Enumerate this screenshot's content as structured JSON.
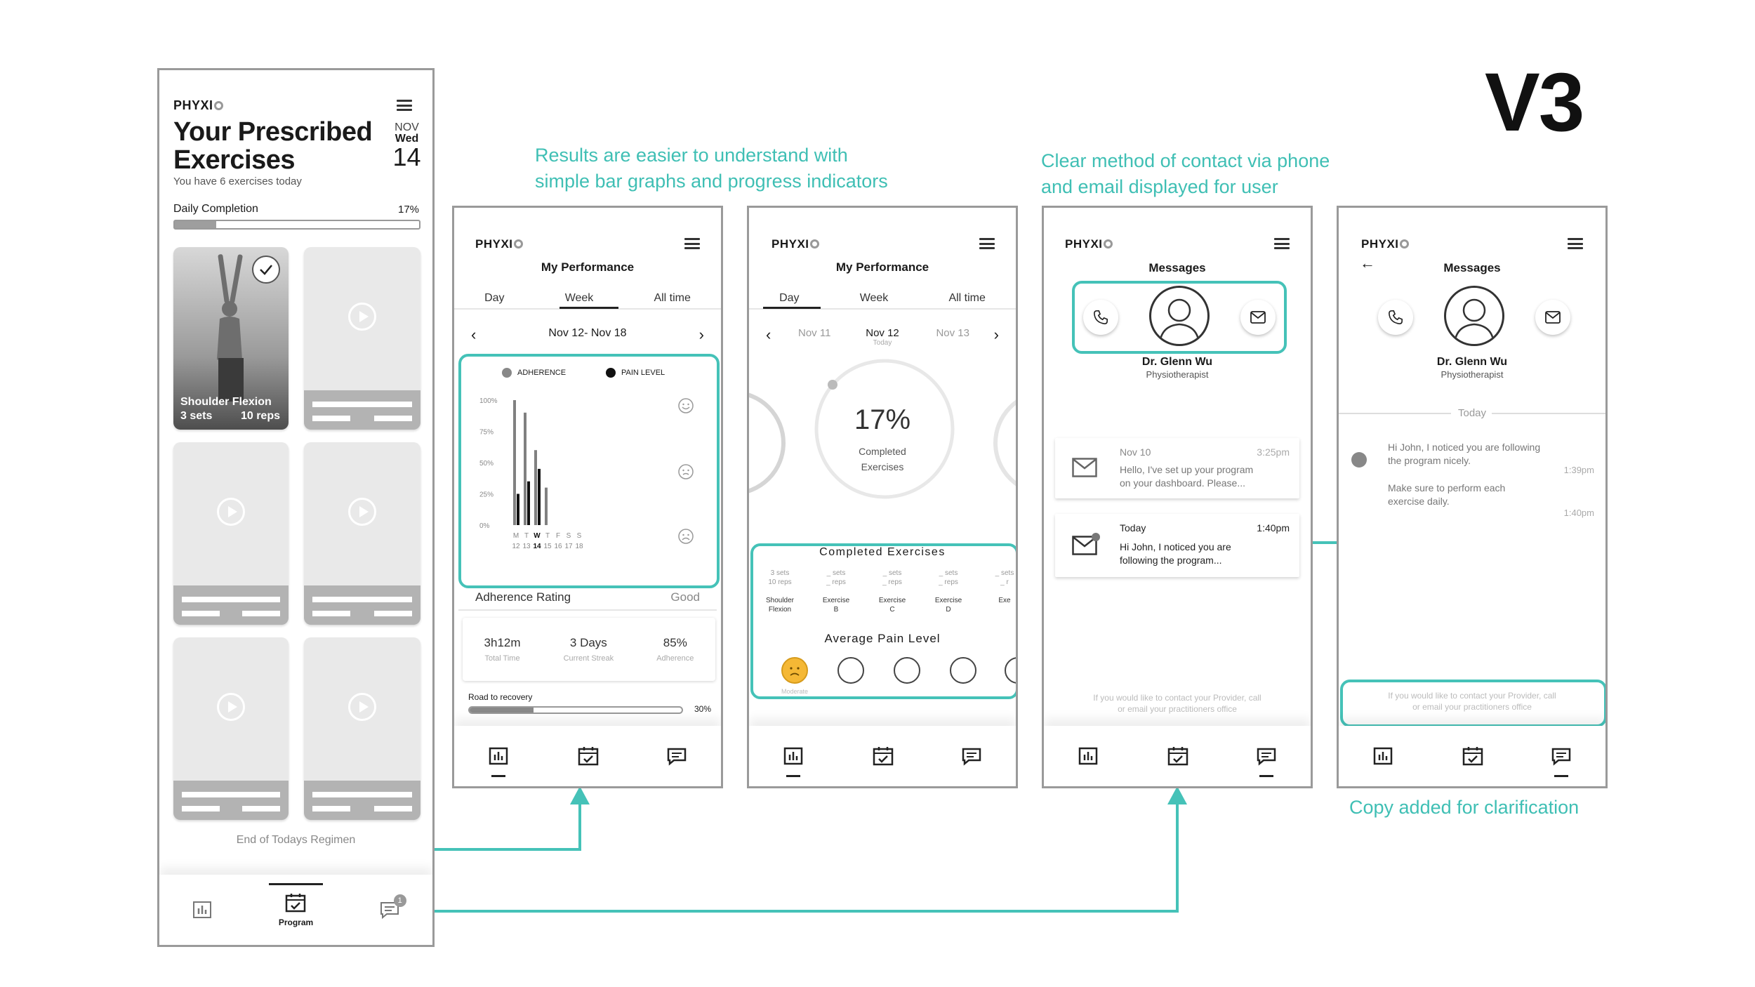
{
  "version_label": "V3",
  "annotations": {
    "results": [
      "Results are easier to understand with",
      "simple bar graphs and progress indicators"
    ],
    "contact": [
      "Clear method of contact via phone",
      "and email displayed for user"
    ],
    "copy": "Copy added for clarification"
  },
  "colors": {
    "accent": "#45c2b8",
    "pain_moderate": "#f5b835"
  },
  "brand": "PHYXI",
  "screen1": {
    "title_line1": "Your Prescribed",
    "title_line2": "Exercises",
    "subtitle": "You have 6 exercises today",
    "date_month": "NOV",
    "date_day": "Wed",
    "date_num": "14",
    "completion_label": "Daily Completion",
    "completion_value": "17%",
    "completion_fraction": 0.17,
    "card1_title": "Shoulder Flexion",
    "card1_sets": "3 sets",
    "card1_reps": "10 reps",
    "end_text": "End of Todays Regimen",
    "nav_program": "Program",
    "badge": "1"
  },
  "screen2": {
    "title": "My Performance",
    "tabs": [
      "Day",
      "Week",
      "All time"
    ],
    "date_range": "Nov 12- Nov 18",
    "legend_adherence": "ADHERENCE",
    "legend_pain": "PAIN LEVEL",
    "adherence_label": "Adherence Rating",
    "adherence_value": "Good",
    "stats": [
      {
        "value": "3h12m",
        "label": "Total Time"
      },
      {
        "value": "3 Days",
        "label": "Current Streak"
      },
      {
        "value": "85%",
        "label": "Adherence"
      }
    ],
    "road_label": "Road to recovery",
    "road_value": "30%",
    "road_fraction": 0.3
  },
  "chart_data": {
    "type": "bar",
    "categories": [
      "M",
      "T",
      "W",
      "T",
      "F",
      "S",
      "S"
    ],
    "dates": [
      "12",
      "13",
      "14",
      "15",
      "16",
      "17",
      "18"
    ],
    "ylim": [
      0,
      100
    ],
    "yticks": [
      "100%",
      "75%",
      "50%",
      "25%",
      "0%"
    ],
    "series": [
      {
        "name": "ADHERENCE",
        "values": [
          100,
          90,
          60,
          30,
          0,
          0,
          0
        ]
      },
      {
        "name": "PAIN LEVEL",
        "values": [
          25,
          35,
          45,
          0,
          0,
          0,
          0
        ]
      }
    ]
  },
  "screen3": {
    "title": "My Performance",
    "tabs": [
      "Day",
      "Week",
      "All time"
    ],
    "dates": [
      "Nov 11",
      "Nov 12",
      "Nov 13"
    ],
    "today": "Today",
    "percent": "17%",
    "completed_label_1": "Completed",
    "completed_label_2": "Exercises",
    "completed_header": "Completed Exercises",
    "exercises": [
      {
        "sets": "3 sets",
        "reps": "10 reps",
        "name1": "Shoulder",
        "name2": "Flexion"
      },
      {
        "sets": "_ sets",
        "reps": "_ reps",
        "name1": "Exercise",
        "name2": "B"
      },
      {
        "sets": "_ sets",
        "reps": "_ reps",
        "name1": "Exercise",
        "name2": "C"
      },
      {
        "sets": "_ sets",
        "reps": "_ reps",
        "name1": "Exercise",
        "name2": "D"
      },
      {
        "sets": "_ sets",
        "reps": "_ r",
        "name1": "Exe",
        "name2": ""
      }
    ],
    "pain_header": "Average Pain Level",
    "pain_first": "Moderate"
  },
  "screen4": {
    "title": "Messages",
    "doctor_name": "Dr. Glenn Wu",
    "doctor_role": "Physiotherapist",
    "msg1_date": "Nov 10",
    "msg1_time": "3:25pm",
    "msg1_text_1": "Hello, I've set up your program",
    "msg1_text_2": "on your dashboard. Please...",
    "msg2_date": "Today",
    "msg2_time": "1:40pm",
    "msg2_text_1": "Hi John, I noticed you are",
    "msg2_text_2": "following the program...",
    "contact_note_1": "If you would like to contact your Provider, call",
    "contact_note_2": "or email your practitioners office"
  },
  "screen5": {
    "title": "Messages",
    "doctor_name": "Dr. Glenn Wu",
    "doctor_role": "Physiotherapist",
    "day_label": "Today",
    "msg1_line1": "Hi John, I noticed you are following",
    "msg1_line2": "the program nicely.",
    "msg1_time": "1:39pm",
    "msg2_line1": "Make sure to perform each",
    "msg2_line2": "exercise daily.",
    "msg2_time": "1:40pm",
    "contact_note_1": "If you would like to contact your Provider, call",
    "contact_note_2": "or email your practitioners office"
  }
}
